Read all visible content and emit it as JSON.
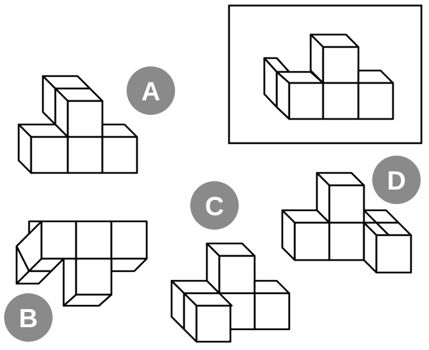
{
  "options": [
    {
      "id": "A",
      "label": "A"
    },
    {
      "id": "B",
      "label": "B"
    },
    {
      "id": "C",
      "label": "C"
    },
    {
      "id": "D",
      "label": "D"
    }
  ],
  "colors": {
    "badge": "#8a8a8a",
    "line": "#000000",
    "background": "#ffffff"
  }
}
